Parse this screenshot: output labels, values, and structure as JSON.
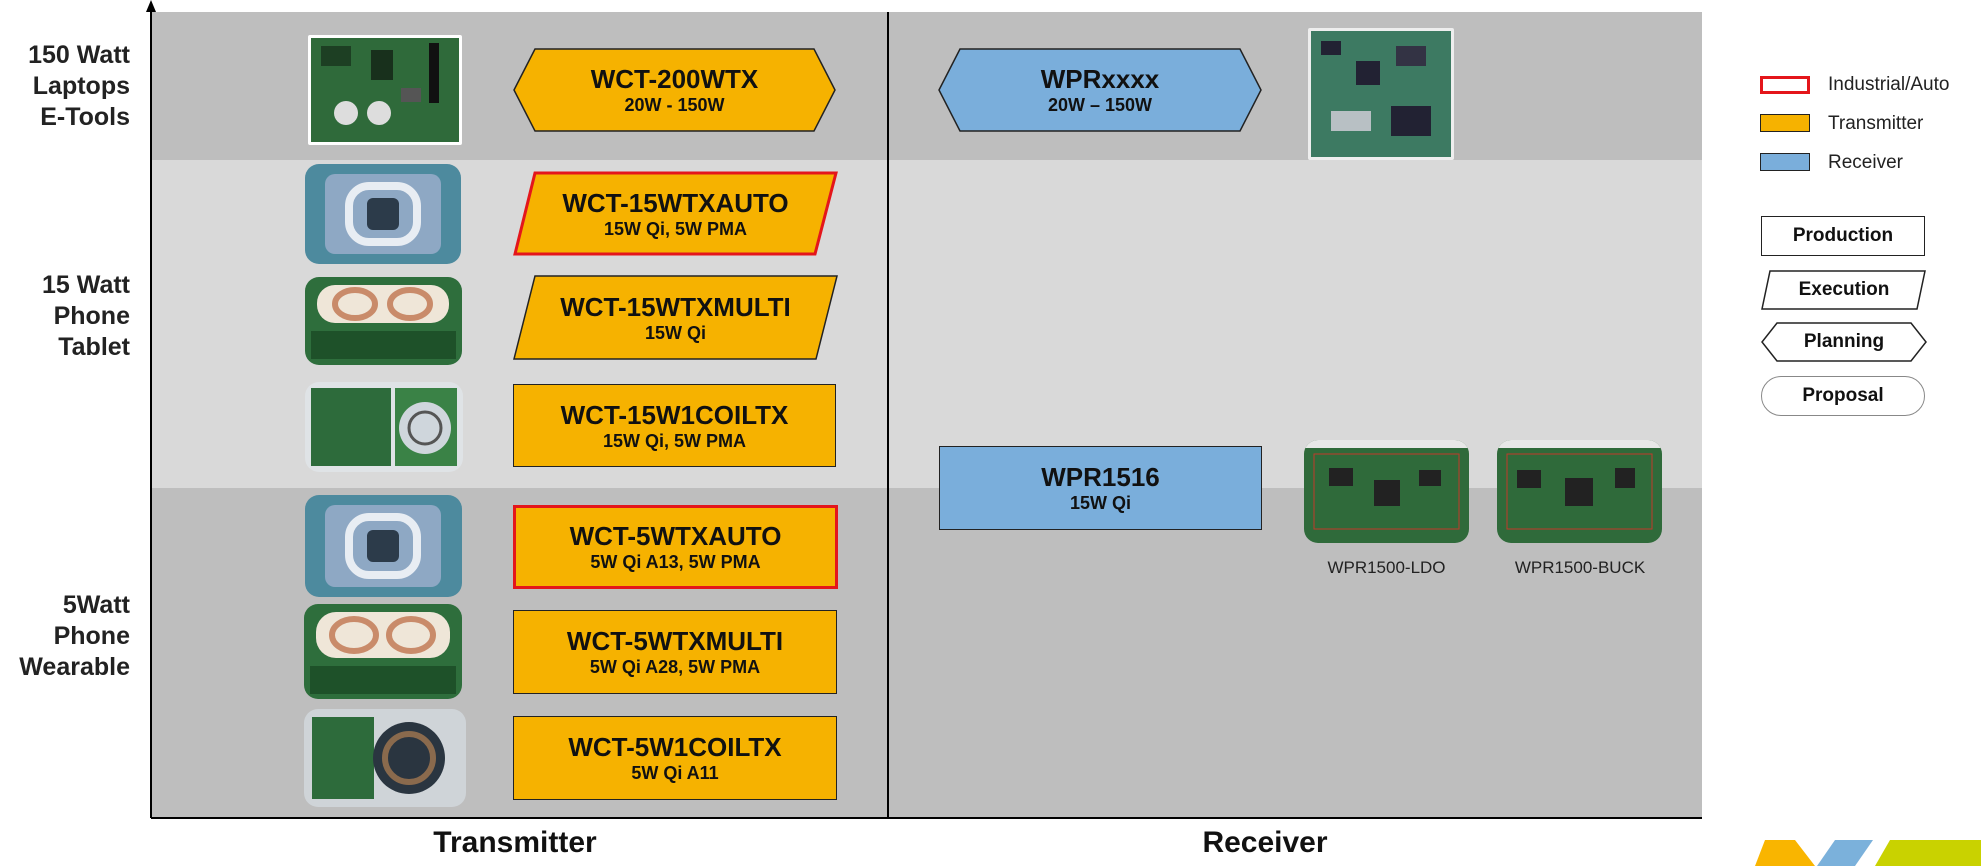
{
  "rows": [
    {
      "label": [
        "150 Watt",
        "Laptops",
        "E-Tools"
      ]
    },
    {
      "label": [
        "15 Watt",
        "Phone",
        "Tablet"
      ]
    },
    {
      "label": [
        "5Watt",
        "Phone",
        "Wearable"
      ]
    }
  ],
  "columns": {
    "transmitter": "Transmitter",
    "receiver": "Receiver"
  },
  "transmitters": [
    {
      "name": "WCT-200WTX",
      "spec": "20W - 150W",
      "status": "Planning"
    },
    {
      "name": "WCT-15WTXAUTO",
      "spec": "15W Qi, 5W PMA",
      "status": "Execution",
      "industrial": true
    },
    {
      "name": "WCT-15WTXMULTI",
      "spec": "15W Qi",
      "status": "Execution"
    },
    {
      "name": "WCT-15W1COILTX",
      "spec": "15W Qi, 5W PMA",
      "status": "Production"
    },
    {
      "name": "WCT-5WTXAUTO",
      "spec": "5W Qi A13, 5W PMA",
      "status": "Production",
      "industrial": true
    },
    {
      "name": "WCT-5WTXMULTI",
      "spec": "5W Qi A28, 5W PMA",
      "status": "Production"
    },
    {
      "name": "WCT-5W1COILTX",
      "spec": "5W Qi A11",
      "status": "Production"
    }
  ],
  "receivers": [
    {
      "name": "WPRxxxx",
      "spec": "20W – 150W",
      "status": "Planning"
    },
    {
      "name": "WPR1516",
      "spec": "15W Qi",
      "status": "Production"
    }
  ],
  "receiver_boards": [
    "WPR1500-LDO",
    "WPR1500-BUCK"
  ],
  "legend": {
    "colors": [
      {
        "label": "Industrial/Auto",
        "color": "#e4161b"
      },
      {
        "label": "Transmitter",
        "color": "#f6b200"
      },
      {
        "label": "Receiver",
        "color": "#7aaedb"
      }
    ],
    "shapes": [
      "Production",
      "Execution",
      "Planning",
      "Proposal"
    ]
  }
}
